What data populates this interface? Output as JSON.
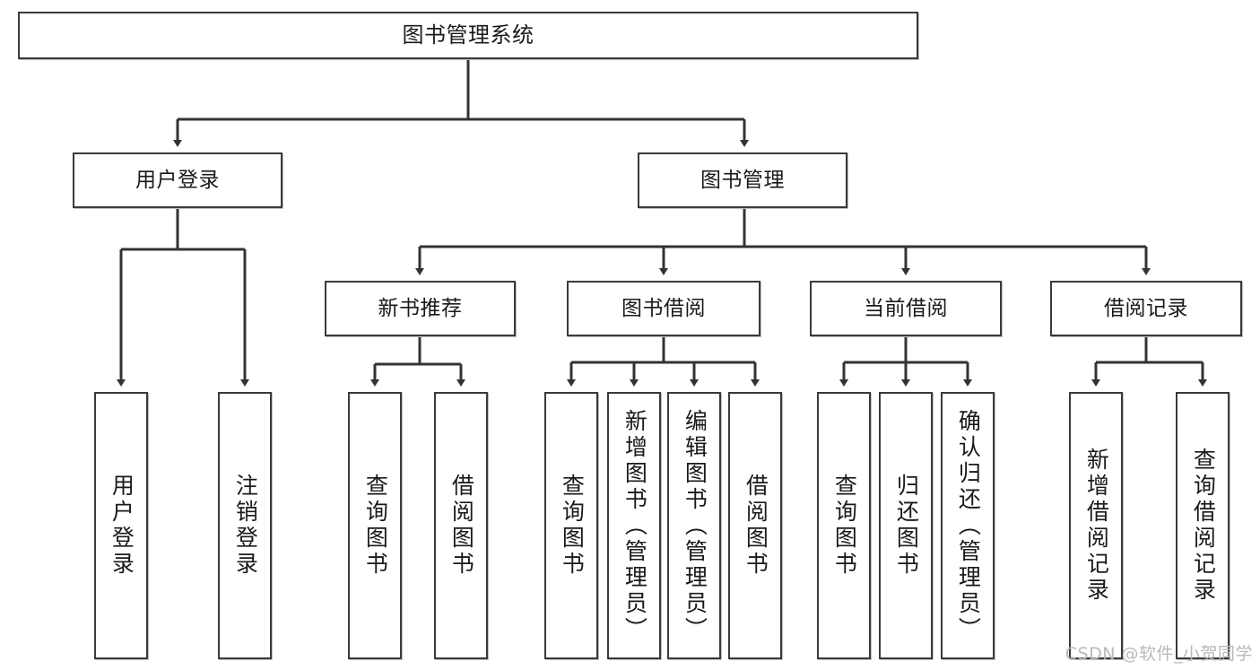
{
  "diagram": {
    "title": "图书管理系统",
    "type": "functional-structure-tree",
    "watermark": "CSDN @软件_小贺同学",
    "colors": {
      "background": "#ffffff",
      "box_border": "#3a3a3a",
      "box_fill": "#ffffff",
      "connector": "#333333",
      "text": "#1a1a1a",
      "watermark": "#b9b9b9"
    },
    "root": {
      "label": "图书管理系统"
    },
    "level2": [
      {
        "label": "用户登录"
      },
      {
        "label": "图书管理"
      }
    ],
    "level3": [
      {
        "label": "新书推荐"
      },
      {
        "label": "图书借阅"
      },
      {
        "label": "当前借阅"
      },
      {
        "label": "借阅记录"
      }
    ],
    "leaves": {
      "user_login": [
        {
          "label": "用户登录"
        },
        {
          "label": "注销登录"
        }
      ],
      "new_book_recommend": [
        {
          "label": "查询图书"
        },
        {
          "label": "借阅图书"
        }
      ],
      "book_borrow": [
        {
          "label": "查询图书"
        },
        {
          "label": "新增图书（管理员）"
        },
        {
          "label": "编辑图书（管理员）"
        },
        {
          "label": "借阅图书"
        }
      ],
      "current_borrow": [
        {
          "label": "查询图书"
        },
        {
          "label": "归还图书"
        },
        {
          "label": "确认归还（管理员）"
        }
      ],
      "borrow_records": [
        {
          "label": "新增借阅记录"
        },
        {
          "label": "查询借阅记录"
        }
      ]
    }
  }
}
